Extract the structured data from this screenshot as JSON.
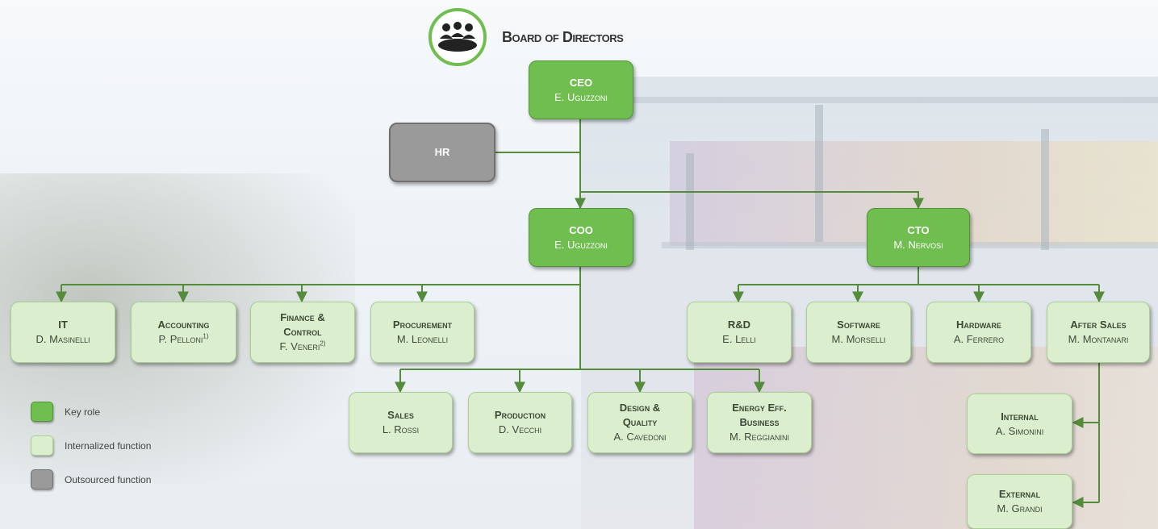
{
  "header": {
    "title": "Board of Directors",
    "icon": "board-meeting-icon"
  },
  "colors": {
    "key_role": "#6fbe4f",
    "internalized": "#dbefcf",
    "outsourced": "#9a9a9a",
    "connector": "#548c3c"
  },
  "nodes": {
    "ceo": {
      "title": "CEO",
      "name": "E. Uguzzoni"
    },
    "hr": {
      "title": "HR"
    },
    "coo": {
      "title": "COO",
      "name": "E. Uguzzoni"
    },
    "cto": {
      "title": "CTO",
      "name": "M. Nervosi"
    },
    "it": {
      "title": "IT",
      "name": "D. Masinelli"
    },
    "accounting": {
      "title": "Accounting",
      "name": "P. Pelloni",
      "note": "1)"
    },
    "finance": {
      "title_line1": "Finance &",
      "title_line2": "Control",
      "name": "F. Veneri",
      "note": "2)"
    },
    "procurement": {
      "title": "Procurement",
      "name": "M. Leonelli"
    },
    "sales": {
      "title": "Sales",
      "name": "L. Rossi"
    },
    "production": {
      "title": "Production",
      "name": "D. Vecchi"
    },
    "design": {
      "title_line1": "Design &",
      "title_line2": "Quality",
      "name": "A. Cavedoni"
    },
    "energy": {
      "title_line1": "Energy Eff.",
      "title_line2": "Business",
      "name": "M. Reggianini"
    },
    "rnd": {
      "title": "R&D",
      "name": "E. Lelli"
    },
    "software": {
      "title": "Software",
      "name": "M. Morselli"
    },
    "hardware": {
      "title": "Hardware",
      "name": "A. Ferrero"
    },
    "aftersales": {
      "title": "After Sales",
      "name": "M. Montanari"
    },
    "internal": {
      "title": "Internal",
      "name": "A. Simonini"
    },
    "external": {
      "title": "External",
      "name": "M. Grandi"
    }
  },
  "legend": [
    {
      "label": "Key role",
      "kind": "key"
    },
    {
      "label": "Internalized function",
      "kind": "internalized"
    },
    {
      "label": "Outsourced function",
      "kind": "outsourced"
    }
  ]
}
